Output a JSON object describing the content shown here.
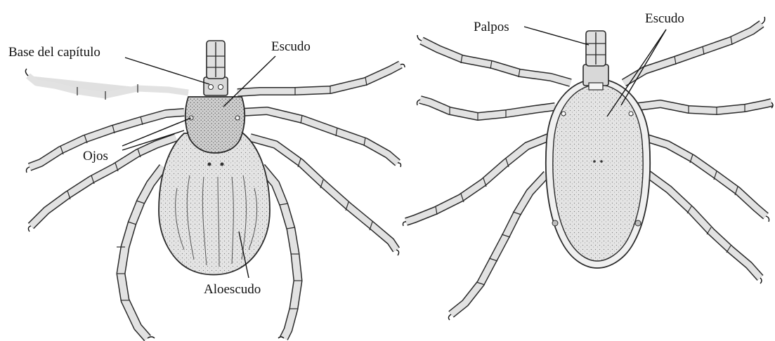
{
  "labels": {
    "base_capitulo": "Base del capítulo",
    "escudo_left": "Escudo",
    "ojos": "Ojos",
    "aloescudo": "Aloescudo",
    "palpos": "Palpos",
    "escudo_right": "Escudo"
  }
}
